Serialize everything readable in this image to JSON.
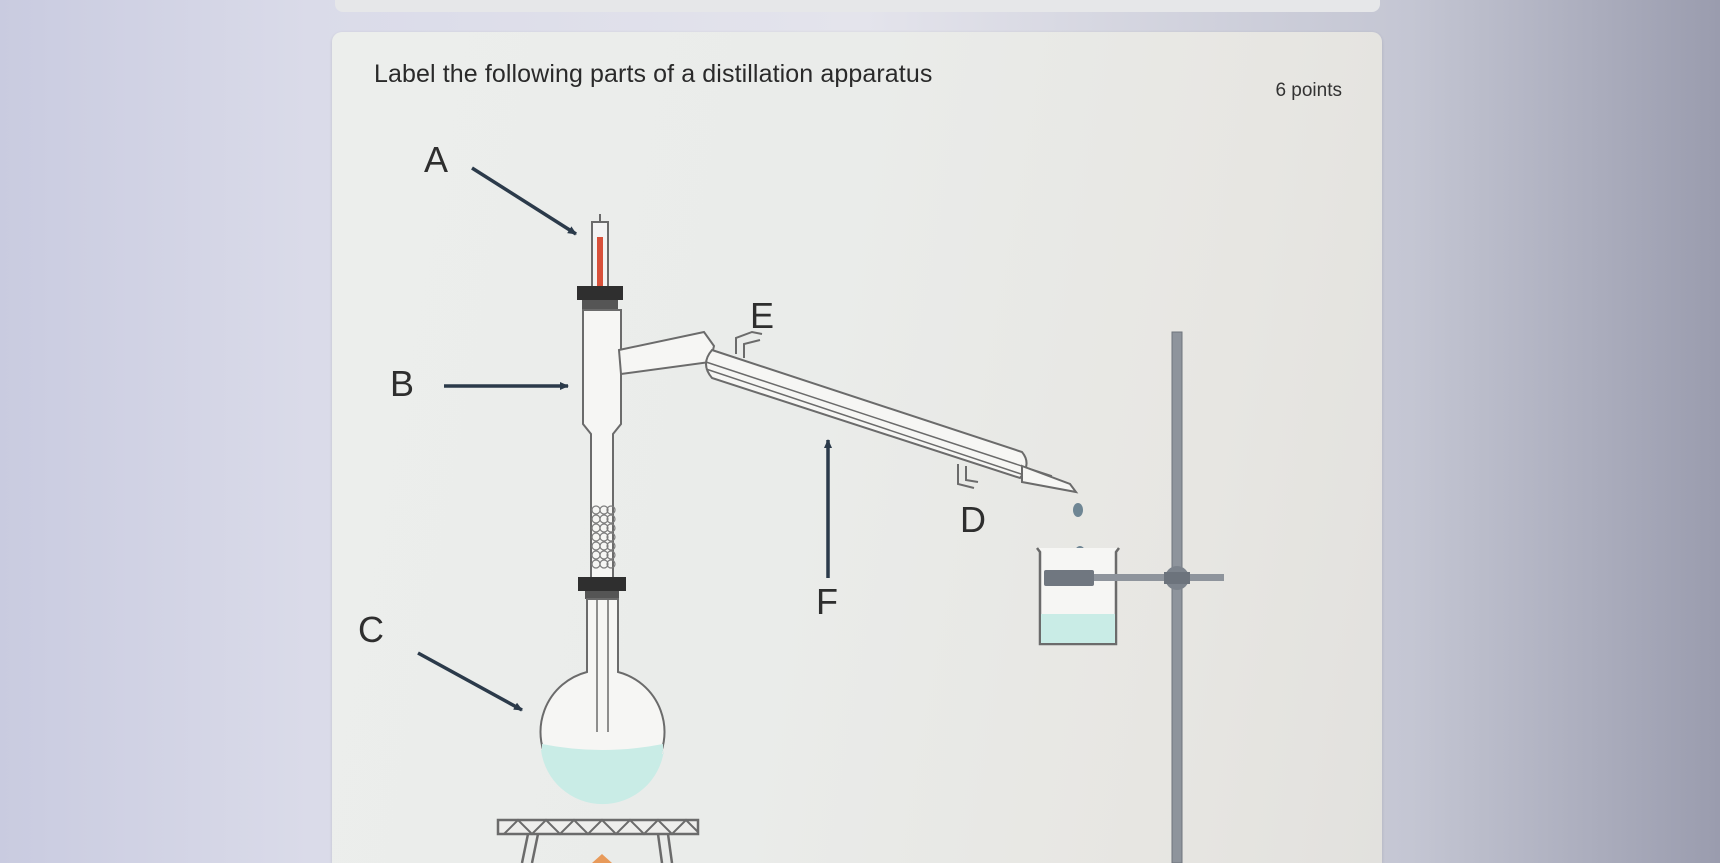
{
  "question": {
    "title": "Label the following parts of a distillation apparatus",
    "points": "6 points"
  },
  "diagram": {
    "labels": {
      "a": "A",
      "b": "B",
      "c": "C",
      "d": "D",
      "e": "E",
      "f": "F"
    },
    "liquid_color": "#c9ece6",
    "arrow_color": "#2b3a4a"
  }
}
